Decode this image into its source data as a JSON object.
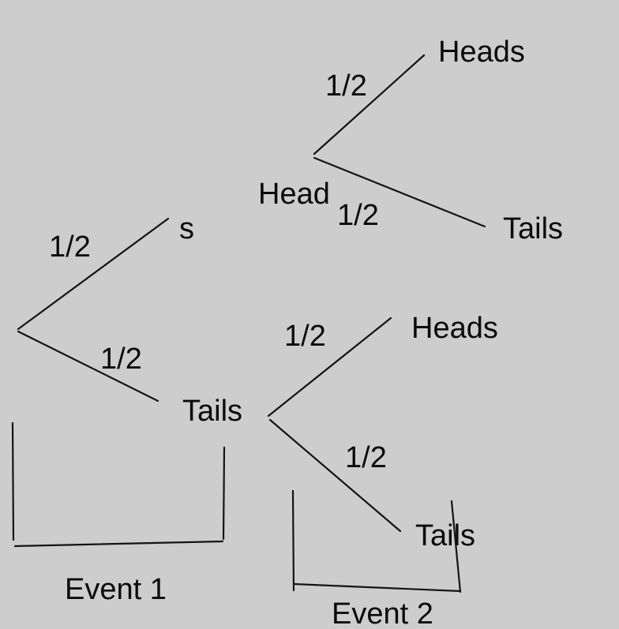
{
  "background_color": "#cdcdcd",
  "line_color": "#141414",
  "text_color": "#0b0b0b",
  "diagram": {
    "type": "probability-tree",
    "root_tree": {
      "p_top": "1/2",
      "top_label": "s",
      "p_bottom": "1/2",
      "bottom_label": "Tails"
    },
    "heads_subtree": {
      "root_label": "Head",
      "p_top": "1/2",
      "top_label": "Heads",
      "p_bottom": "1/2",
      "bottom_label": "Tails"
    },
    "tails_subtree": {
      "p_top": "1/2",
      "top_label": "Heads",
      "p_bottom": "1/2",
      "bottom_label": "Tails"
    },
    "events": {
      "event1_label": "Event 1",
      "event2_label": "Event 2"
    }
  }
}
